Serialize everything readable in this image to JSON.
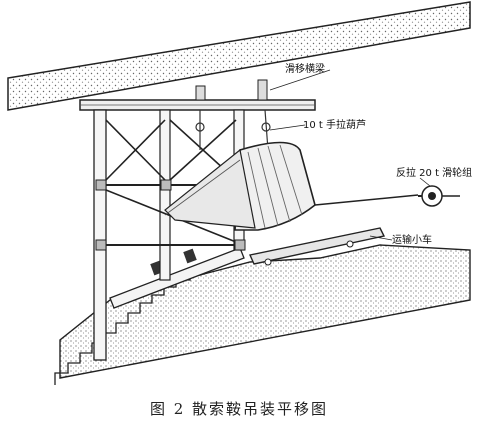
{
  "figure": {
    "caption": "图 2 散索鞍吊装平移图",
    "labels": {
      "slide_beam": "滑移横梁",
      "chain_hoist": "10 t 手拉葫芦",
      "pulley_block": "反拉 20 t 滑轮组",
      "transport_cart": "运输小车"
    }
  }
}
